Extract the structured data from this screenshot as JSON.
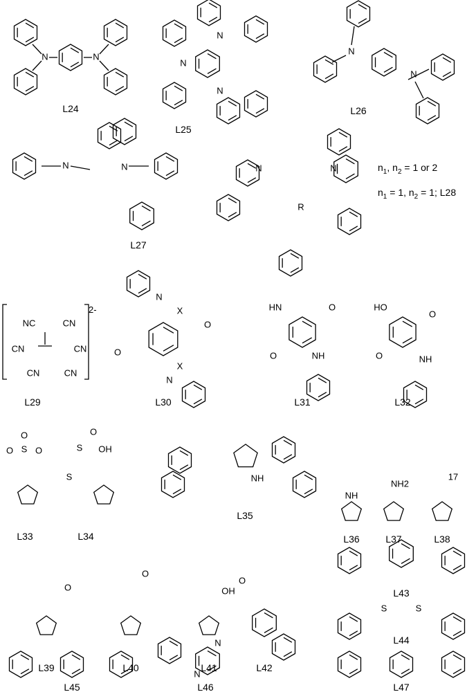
{
  "compounds": [
    "L24",
    "L25",
    "L26",
    "L27",
    "L29",
    "L30",
    "L31",
    "L32",
    "L33",
    "L34",
    "L35",
    "L36",
    "L37",
    "L38",
    "L39",
    "L40",
    "L41",
    "L42",
    "L43",
    "L44",
    "L45",
    "L46",
    "L47"
  ],
  "notes": {
    "n_range": {
      "a": "n",
      "s1": "1",
      "b": ", n",
      "s2": "2",
      "c": " = 1 or 2"
    },
    "l28": {
      "a": "n",
      "s1": "1",
      "b": " = 1, n",
      "s2": "2",
      "c": " = 1; L28"
    },
    "charge": "2-"
  },
  "atom_symbols": [
    "N",
    "NH",
    "HN",
    "O",
    "OH",
    "S",
    "NC",
    "CN",
    "X",
    "R",
    "NH2",
    "HO",
    "17",
    "n1",
    "n2"
  ],
  "colors": {
    "ink": "#000000",
    "background": "#ffffff"
  }
}
